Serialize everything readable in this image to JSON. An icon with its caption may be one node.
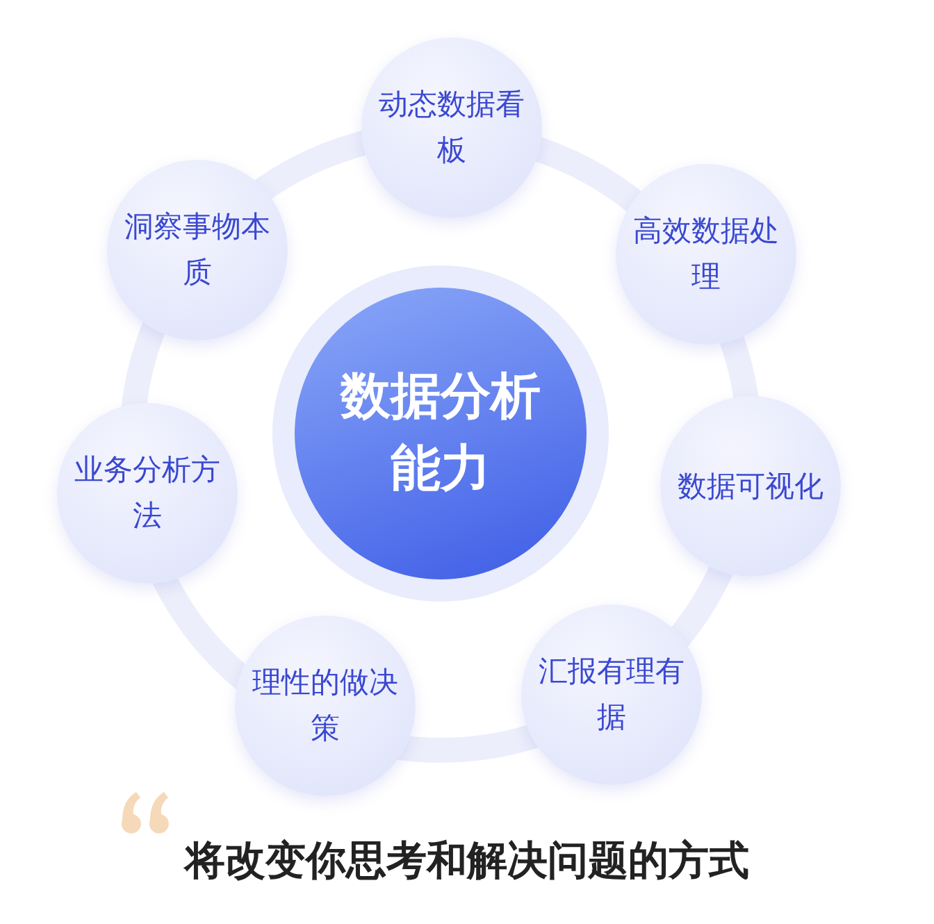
{
  "diagram": {
    "title": "将改变你思考和解决问题的方式",
    "nodes": [
      {
        "text": [
          "数据分析能力"
        ]
      },
      {
        "text": [
          "动态数据看板"
        ]
      },
      {
        "text": [
          "高效数据处理"
        ]
      },
      {
        "text": [
          "数据可视化"
        ]
      },
      {
        "text": [
          "汇报有理有据"
        ]
      },
      {
        "text": [
          "理性的做决策"
        ]
      },
      {
        "text": [
          "业务分析方法"
        ]
      },
      {
        "text": [
          "洞察事物本质"
        ]
      }
    ]
  }
}
